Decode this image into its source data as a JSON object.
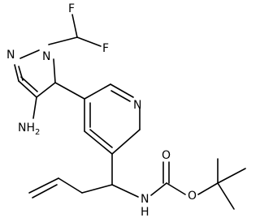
{
  "labels": {
    "n1": "N",
    "n2": "N",
    "n_pyridine": "N",
    "f_left": "F",
    "f_right": "F",
    "amine": "NH",
    "amine_sub": "2",
    "o_carbonyl": "O",
    "o_ester": "O",
    "nh_carbamate": "N",
    "h_carbamate": "H"
  }
}
